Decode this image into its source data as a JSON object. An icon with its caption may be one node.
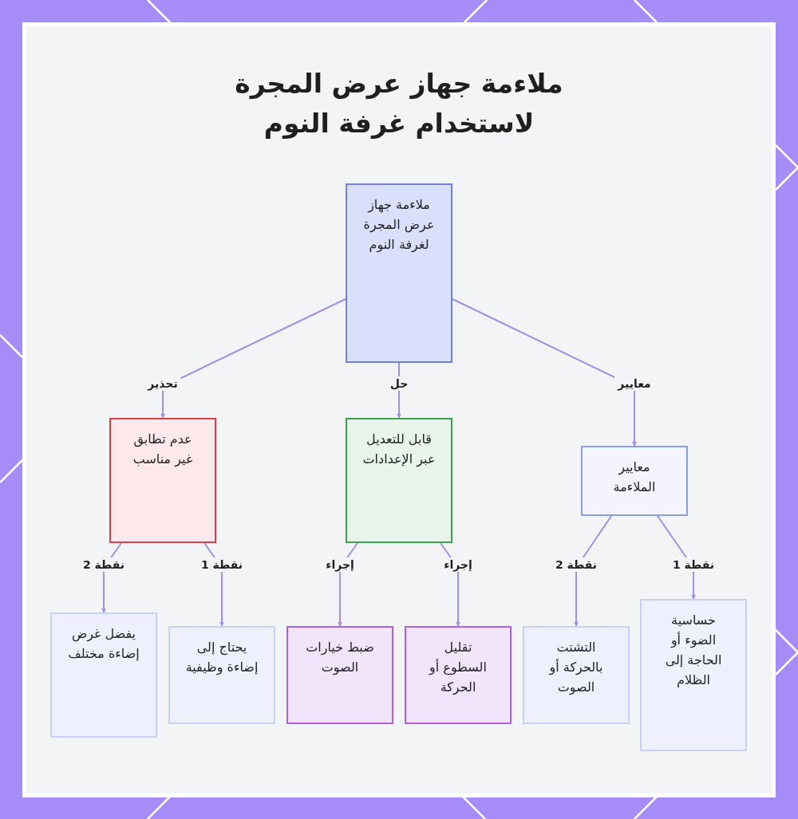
{
  "diagram": {
    "title": "ملاءمة جهاز عرض المجرة لاستخدام غرفة النوم",
    "nodes": [
      {
        "text": [
          "ملاءمة جهاز عرض المجرة لغرفة النوم"
        ]
      },
      {
        "text": [
          "معايير الملاءمة"
        ]
      },
      {
        "text": [
          "قابل للتعديل عبر الإعدادات"
        ]
      },
      {
        "text": [
          "عدم تطابق غير مناسب"
        ]
      },
      {
        "text": [
          "حساسية الضوء أو الحاجة إلى الظلام"
        ]
      },
      {
        "text": [
          "التشتت بالحركة أو الصوت"
        ]
      },
      {
        "text": [
          "تقليل السطوع أو الحركة"
        ]
      },
      {
        "text": [
          "ضبط خيارات الصوت"
        ]
      },
      {
        "text": [
          "يحتاج إلى إضاءة وظيفية"
        ]
      },
      {
        "text": [
          "يفضل غرض إضاءة مختلف"
        ]
      }
    ],
    "edges": [
      {
        "from": 0,
        "to": 1,
        "arrow": "to",
        "label": "معايير"
      },
      {
        "from": 0,
        "to": 2,
        "arrow": "to",
        "label": "حل"
      },
      {
        "from": 0,
        "to": 3,
        "arrow": "to",
        "label": "تحذير"
      },
      {
        "from": 1,
        "to": 4,
        "arrow": "to",
        "label": "نقطة 1"
      },
      {
        "from": 1,
        "to": 5,
        "arrow": "to",
        "label": "نقطة 2"
      },
      {
        "from": 2,
        "to": 6,
        "arrow": "to",
        "label": "إجراء"
      },
      {
        "from": 2,
        "to": 7,
        "arrow": "to",
        "label": "إجراء"
      },
      {
        "from": 3,
        "to": 8,
        "arrow": "to",
        "label": "نقطة 1"
      },
      {
        "from": 3,
        "to": 9,
        "arrow": "to",
        "label": "نقطة 2"
      }
    ]
  }
}
